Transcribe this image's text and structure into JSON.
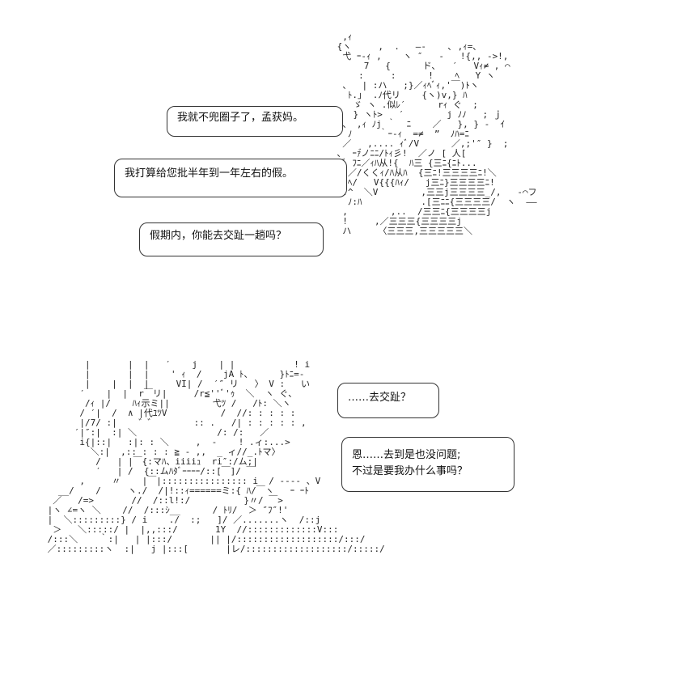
{
  "scene_top": {
    "bubbles": [
      {
        "lines": [
          "我就不兜圈子了，孟获妈。"
        ]
      },
      {
        "lines": [
          "我打算给您批半年到一年左右的假。"
        ]
      },
      {
        "lines": [
          "假期内，你能去交趾一趟吗？"
        ]
      }
    ]
  },
  "scene_bottom": {
    "bubbles": [
      {
        "lines": [
          "……去交趾？"
        ]
      },
      {
        "lines": [
          "恩……去到是也没问题;",
          "不过是要我办什么事吗？"
        ]
      }
    ]
  }
}
